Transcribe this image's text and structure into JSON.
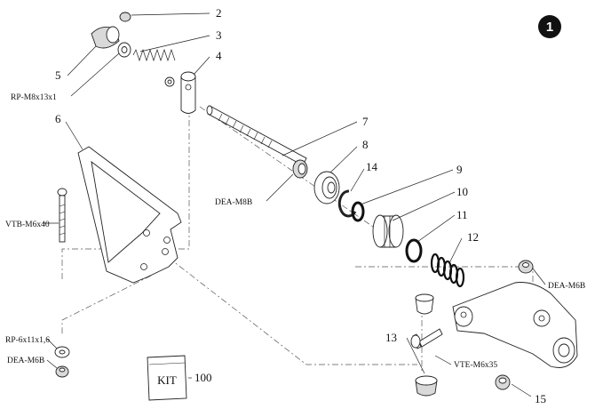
{
  "sheet": {
    "number": "1"
  },
  "callouts": {
    "n2": "2",
    "n3": "3",
    "n4": "4",
    "n5": "5",
    "n6": "6",
    "n7": "7",
    "n8": "8",
    "n9": "9",
    "n10": "10",
    "n11": "11",
    "n12": "12",
    "n13": "13",
    "n14": "14",
    "n15": "15",
    "n100": "100"
  },
  "codes": {
    "rp_m8": "RP-M8x13x1",
    "dea_m8b": "DEA-M8B",
    "vtb_m6x40": "VTB-M6x40",
    "rp_6x11": "RP-6x11x1,6",
    "dea_m6b_left": "DEA-M6B",
    "dea_m6b_right": "DEA-M6B",
    "vte_m6x35": "VTE-M6x35"
  },
  "kit": {
    "label": "KIT"
  }
}
